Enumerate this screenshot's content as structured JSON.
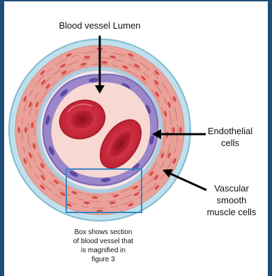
{
  "labels": {
    "lumen": "Blood vessel Lumen",
    "endothelial": [
      "Endothelial",
      "cells"
    ],
    "smooth_muscle": [
      "Vascular",
      "smooth",
      "muscle cells"
    ],
    "caption": [
      "Box shows section",
      "of blood vessel that",
      "is magnified in",
      "figure 3"
    ]
  },
  "colors": {
    "outer_ring": "#bfe0ec",
    "muscle_layer": "#e9a19a",
    "muscle_cell": "#d94a45",
    "inner_band": "#f2c7c3",
    "endothelial_band": "#9a86c9",
    "lumen": "#f7d8d3",
    "rbc": "#c8283a",
    "box_stroke": "#3a86c4",
    "frame": "#1f4e79"
  }
}
